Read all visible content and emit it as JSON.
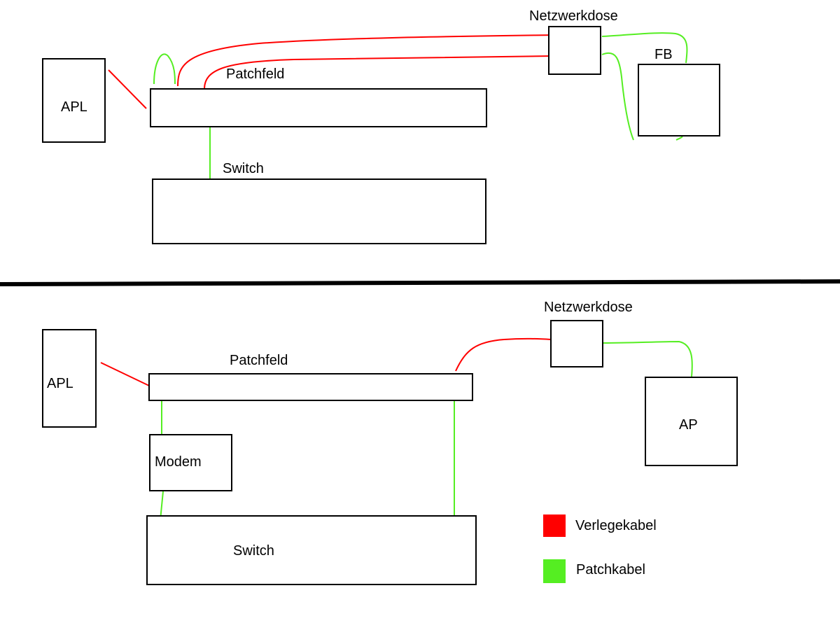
{
  "colors": {
    "verlegekabel": "#ff0000",
    "patchkabel": "#55ee22",
    "divider": "#000000"
  },
  "top": {
    "apl": "APL",
    "patchfeld": "Patchfeld",
    "switch": "Switch",
    "netzwerkdose": "Netzwerkdose",
    "fb": "FB"
  },
  "bottom": {
    "apl": "APL",
    "patchfeld": "Patchfeld",
    "modem": "Modem",
    "switch": "Switch",
    "netzwerkdose": "Netzwerkdose",
    "ap": "AP"
  },
  "legend": {
    "items": [
      {
        "label": "Verlegekabel",
        "color": "#ff0000"
      },
      {
        "label": "Patchkabel",
        "color": "#55ee22"
      }
    ]
  }
}
